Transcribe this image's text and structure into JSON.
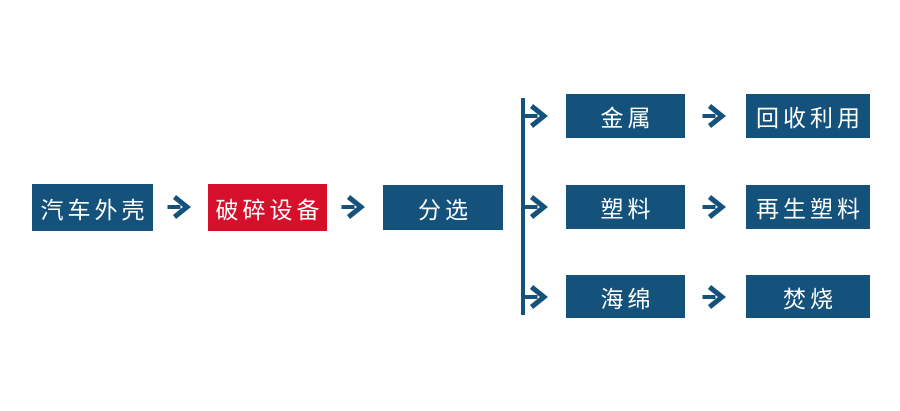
{
  "diagram": {
    "type": "flowchart",
    "description": "Automobile shell recycling process flow",
    "colors": {
      "primary_blue": "#14527c",
      "highlight_red": "#d6102a",
      "node_text": "#ffffff",
      "background": "#ffffff"
    },
    "main_flow": {
      "nodes": [
        {
          "id": "car-shell",
          "label": "汽车外壳",
          "style": "blue"
        },
        {
          "id": "crushing-equipment",
          "label": "破碎设备",
          "style": "red"
        },
        {
          "id": "sorting",
          "label": "分选",
          "style": "blue"
        }
      ]
    },
    "branches": [
      {
        "material": "金属",
        "result": "回收利用"
      },
      {
        "material": "塑料",
        "result": "再生塑料"
      },
      {
        "material": "海绵",
        "result": "焚烧"
      }
    ],
    "icons": {
      "arrow_right": "→"
    }
  }
}
